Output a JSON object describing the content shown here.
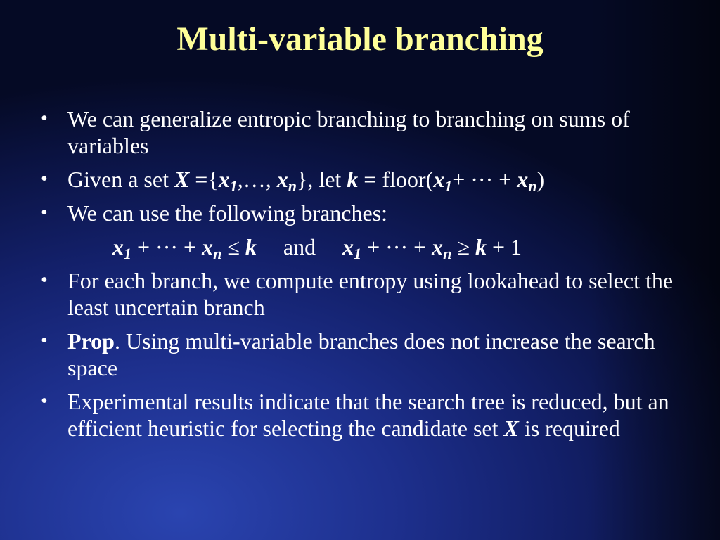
{
  "slide": {
    "title": "Multi-variable branching",
    "bullet1": {
      "text": "We can generalize entropic branching to branching on sums of variables"
    },
    "bullet2": {
      "prefix": "Given a set ",
      "X": "X",
      "eq": " ={",
      "x": "x",
      "one": "1",
      "ellipsis": ",…, ",
      "n": "n",
      "close_let": "}, let ",
      "k": "k",
      "eq_floor": " = floor(",
      "plus_dots": "+ ··· + ",
      "close_paren": ")"
    },
    "bullet3": {
      "text": "We can use the following branches:"
    },
    "formula": {
      "x": "x",
      "one": "1",
      "n": "n",
      "plus_dots": " + ··· + ",
      "le": " ≤ ",
      "ge": " ≥ ",
      "k": "k",
      "and": "and",
      "plus_one": " + 1"
    },
    "bullet4": {
      "text": "For each branch, we compute entropy using lookahead to select the least uncertain branch"
    },
    "bullet5": {
      "bold": "Prop",
      "text": ". Using multi-variable branches does not increase the search space"
    },
    "bullet6": {
      "text": "Experimental results indicate that the search tree is reduced, but an efficient heuristic for selecting the candidate set ",
      "X": "X",
      "suffix": " is required"
    },
    "bullet_symbol": "•"
  }
}
